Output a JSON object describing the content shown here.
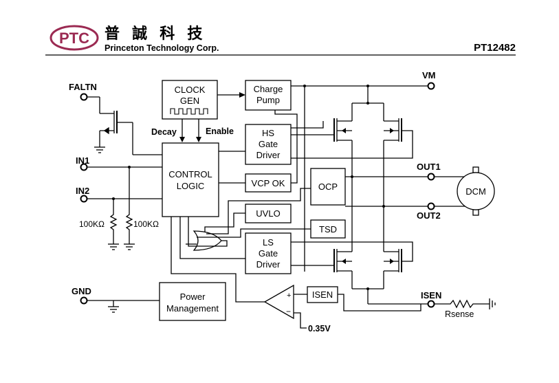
{
  "header": {
    "logo_text": "PTC",
    "company_chinese": "普 誠 科 技",
    "company_english": "Princeton Technology Corp.",
    "part_number": "PT12482"
  },
  "pins": {
    "faltn": "FALTN",
    "in1": "IN1",
    "in2": "IN2",
    "gnd": "GND",
    "vm": "VM",
    "out1": "OUT1",
    "out2": "OUT2",
    "isen": "ISEN"
  },
  "blocks": {
    "clock_gen": [
      "CLOCK",
      "GEN"
    ],
    "charge_pump": [
      "Charge",
      "Pump"
    ],
    "hs_gate_driver": [
      "HS",
      "Gate",
      "Driver"
    ],
    "control_logic": [
      "CONTROL",
      "LOGIC"
    ],
    "vcp_ok": "VCP OK",
    "ocp": "OCP",
    "uvlo": "UVLO",
    "tsd": "TSD",
    "ls_gate_driver": [
      "LS",
      "Gate",
      "Driver"
    ],
    "power_management": [
      "Power",
      "Management"
    ],
    "isen_block": "ISEN",
    "dcm": "DCM"
  },
  "labels": {
    "decay": "Decay",
    "enable": "Enable",
    "r1": "100KΩ",
    "r2": "100KΩ",
    "vref": "0.35V",
    "rsense": "Rsense",
    "plus": "+",
    "minus": "−"
  }
}
